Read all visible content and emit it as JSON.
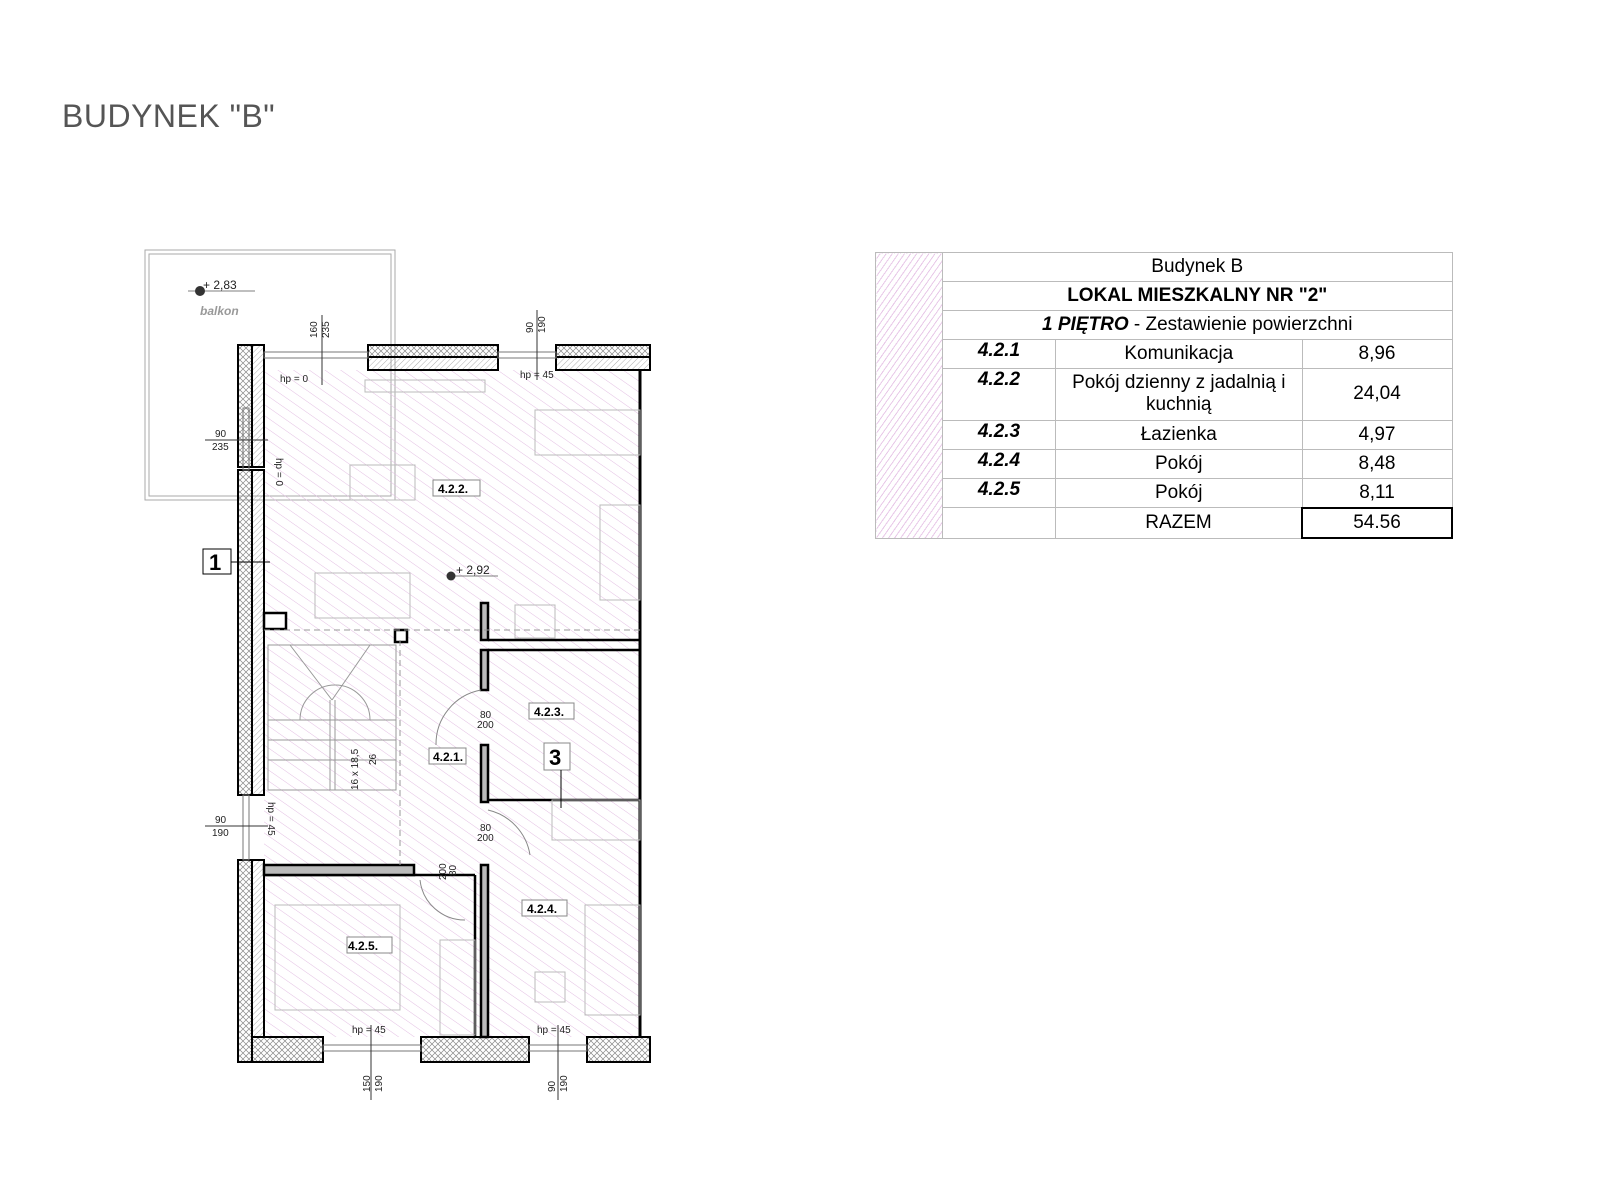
{
  "page_title": "BUDYNEK \"B\"",
  "plan": {
    "balcony_label": "balkon",
    "balcony_level": "+ 2,83",
    "floor_level": "+ 2,92",
    "rooms": [
      "4.2.1.",
      "4.2.2.",
      "4.2.3.",
      "4.2.4.",
      "4.2.5."
    ],
    "section_markers": [
      "1",
      "3"
    ],
    "windows": {
      "top_left": {
        "w": "160",
        "h": "235",
        "hp": "hp = 0"
      },
      "top_right": {
        "w": "90",
        "h": "190",
        "hp": "hp = 45"
      },
      "left_top": {
        "w": "90",
        "h": "235",
        "hp": "hp = 0"
      },
      "left_bottom": {
        "w": "90",
        "h": "190",
        "hp": "hp = 45"
      },
      "bottom_left": {
        "w": "150",
        "h": "190",
        "hp": "hp = 45"
      },
      "bottom_right": {
        "w": "90",
        "h": "190",
        "hp": "hp = 45"
      }
    },
    "doors": {
      "bathroom": {
        "w": "80",
        "h": "200"
      },
      "room_424": {
        "w": "80",
        "h": "200"
      },
      "room_425": {
        "w": "80",
        "h": "200"
      }
    },
    "stairs": {
      "steps": "16 x 18,5",
      "tread": "26"
    }
  },
  "table": {
    "building": "Budynek B",
    "unit": "LOKAL MIESZKALNY NR \"2\"",
    "floor": "1 PIĘTRO",
    "subtitle": " - Zestawienie powierzchni",
    "rows": [
      {
        "code": "4.2.1",
        "name": "Komunikacja",
        "area": "8,96"
      },
      {
        "code": "4.2.2",
        "name": "Pokój dzienny z jadalnią i kuchnią",
        "area": "24,04"
      },
      {
        "code": "4.2.3",
        "name": "Łazienka",
        "area": "4,97"
      },
      {
        "code": "4.2.4",
        "name": "Pokój",
        "area": "8,48"
      },
      {
        "code": "4.2.5",
        "name": "Pokój",
        "area": "8,11"
      }
    ],
    "total_label": "RAZEM",
    "total_value": "54.56"
  }
}
